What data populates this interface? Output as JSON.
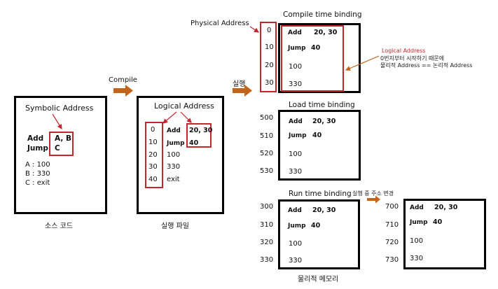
{
  "source": {
    "symbolic_address_label": "Symbolic Address",
    "instr_add": "Add",
    "instr_jump": "Jump",
    "operand_add": "A, B",
    "operand_jump": "C",
    "var_a": "A : 100",
    "var_b": "B : 330",
    "var_c": "C : exit",
    "caption": "소스 코드"
  },
  "compile_arrow": {
    "label": "Compile"
  },
  "exec_file": {
    "logical_address_label": "Logical Address",
    "addresses": [
      "0",
      "10",
      "20",
      "30",
      "40"
    ],
    "add_label": "Add",
    "add_operand": "20, 30",
    "jump_label": "Jump",
    "jump_operand": "40",
    "value_20": "100",
    "value_30": "330",
    "value_40": "exit",
    "caption": "실행 파일"
  },
  "run_arrow": {
    "label": "실행"
  },
  "compile_binding": {
    "title": "Compile time binding",
    "physical_address_label": "Physical Address",
    "addresses": [
      "0",
      "10",
      "20",
      "30"
    ],
    "add_label": "Add",
    "add_operand": "20, 30",
    "jump_label": "Jump",
    "jump_operand": "40",
    "value_20": "100",
    "value_30": "330",
    "note_line1": "Logical Address",
    "note_line2": "0번지부터 시작하기 때문에",
    "note_line3": "물리적 Address == 논리적 Address"
  },
  "load_binding": {
    "title": "Load time binding",
    "addresses": [
      "500",
      "510",
      "520",
      "530"
    ],
    "add_label": "Add",
    "add_operand": "20, 30",
    "jump_label": "Jump",
    "jump_operand": "40",
    "value_20": "100",
    "value_30": "330"
  },
  "run_binding": {
    "title": "Run time binding",
    "addresses": [
      "300",
      "310",
      "320",
      "330"
    ],
    "add_label": "Add",
    "add_operand": "20, 30",
    "jump_label": "Jump",
    "jump_operand": "40",
    "value_20": "100",
    "value_30": "330",
    "caption": "물리적 메모리",
    "change_label": "실행 중 주소 변경"
  },
  "run_binding_moved": {
    "addresses": [
      "700",
      "710",
      "720",
      "730"
    ],
    "add_label": "Add",
    "add_operand": "20, 30",
    "jump_label": "Jump",
    "jump_operand": "40",
    "value_20": "100",
    "value_30": "330"
  },
  "colors": {
    "accent_red": "#c0282d",
    "arrow_orange": "#c2651a",
    "border": "#000000"
  }
}
